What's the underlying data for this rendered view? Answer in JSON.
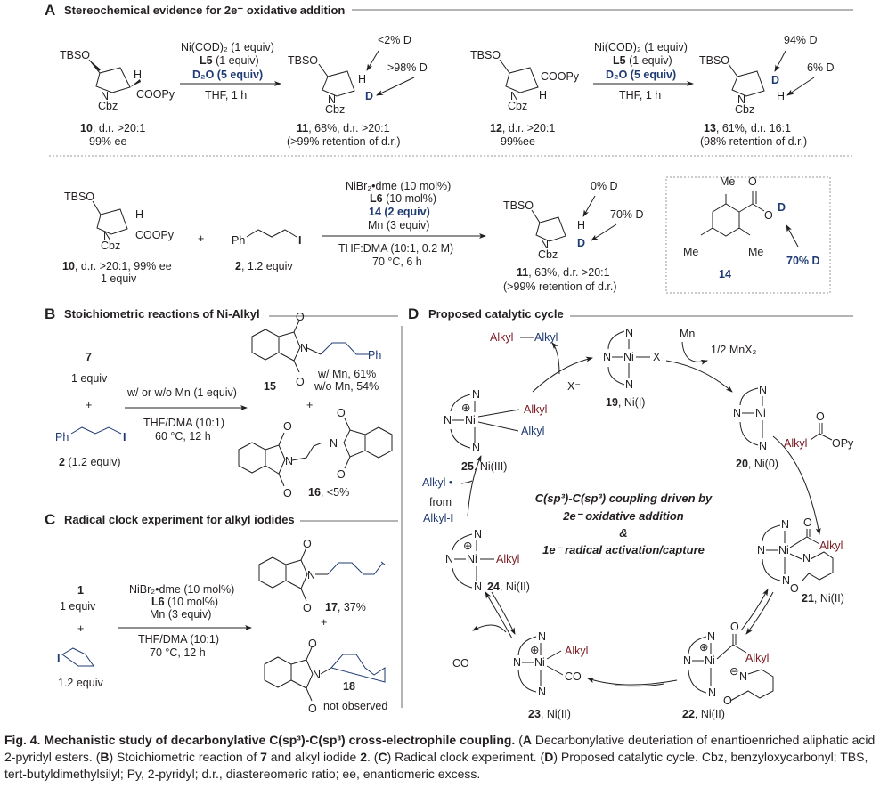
{
  "panelA": {
    "letter": "A",
    "title": "Stereochemical evidence for 2e⁻ oxidative addition",
    "rxn1": {
      "sm_tbso": "TBSO",
      "sm_h": "H",
      "sm_ester": "COOPy",
      "sm_n": "N",
      "sm_cbz": "Cbz",
      "sm_label_num": "10",
      "sm_label_rest": ", d.r. >20:1",
      "sm_label2": "99% ee",
      "cond1": "Ni(COD)₂ (1 equiv)",
      "cond2_bold": "L5",
      "cond2_rest": " (1 equiv)",
      "cond3": "D₂O (5 equiv)",
      "cond4": "THF, 1 h",
      "p_tbso": "TBSO",
      "p_h": "H",
      "p_d": "D",
      "p_n": "N",
      "p_cbz": "Cbz",
      "ann1": "<2% D",
      "ann2": ">98% D",
      "p_label_num": "11",
      "p_label_rest": ", 68%, d.r. >20:1",
      "p_label2": "(>99% retention of d.r.)"
    },
    "rxn2": {
      "sm_tbso": "TBSO",
      "sm_h": "H",
      "sm_ester": "COOPy",
      "sm_n": "N",
      "sm_cbz": "Cbz",
      "sm_label_num": "12",
      "sm_label_rest": ", d.r. >20:1",
      "sm_label2": "99%ee",
      "cond1": "Ni(COD)₂ (1 equiv)",
      "cond2_bold": "L5",
      "cond2_rest": " (1 equiv)",
      "cond3": "D₂O (5 equiv)",
      "cond4": "THF, 1 h",
      "p_tbso": "TBSO",
      "p_d": "D",
      "p_h": "H",
      "p_n": "N",
      "p_cbz": "Cbz",
      "ann1": "94% D",
      "ann2": "6% D",
      "p_label_num": "13",
      "p_label_rest": ", 61%, d.r. 16:1",
      "p_label2": "(98% retention of d.r.)"
    },
    "rxn3": {
      "sm_tbso": "TBSO",
      "sm_h": "H",
      "sm_ester": "COOPy",
      "sm_n": "N",
      "sm_cbz": "Cbz",
      "sm_label_num": "10",
      "sm_label_rest": ", d.r. >20:1, 99% ee",
      "sm_label2": "1 equiv",
      "plus": "+",
      "iodide_ph": "Ph",
      "iodide_i": "I",
      "iodide_label_num": "2",
      "iodide_label_rest": ", 1.2 equiv",
      "cond1": "NiBr₂•dme (10 mol%)",
      "cond2_bold": "L6",
      "cond2_rest": " (10 mol%)",
      "cond3": "14 (2 equiv)",
      "cond4": "Mn (3 equiv)",
      "cond5": "THF:DMA (10:1, 0.2 M)",
      "cond6": "70 °C, 6 h",
      "p_tbso": "TBSO",
      "p_h": "H",
      "p_d": "D",
      "p_n": "N",
      "p_cbz": "Cbz",
      "ann1": "0% D",
      "ann2": "70% D",
      "p_label_num": "11",
      "p_label_rest": ", 63%, d.r. >20:1",
      "p_label2": "(>99% retention of d.r.)",
      "box_me1": "Me",
      "box_me2": "Me",
      "box_me3": "Me",
      "box_o1": "O",
      "box_o2": "O",
      "box_d": "D",
      "box_ann": "70% D",
      "box_label": "14"
    }
  },
  "panelB": {
    "letter": "B",
    "title": "Stoichiometric reactions of Ni-Alkyl",
    "r1": "7",
    "r1_equiv": "1 equiv",
    "plus": "+",
    "r2_ph": "Ph",
    "r2_i": "I",
    "r2_label_num": "2",
    "r2_label_rest": " (1.2 equiv)",
    "cond1": "w/ or w/o Mn (1 equiv)",
    "cond2": "THF/DMA (10:1)",
    "cond3": "60 °C, 12 h",
    "p15_label": "15",
    "p15_ph": "Ph",
    "p15_n": "N",
    "p15_o1": "O",
    "p15_o2": "O",
    "p15_y1": "w/ Mn, 61%",
    "p15_y2": "w/o Mn, 54%",
    "plus2": "+",
    "p16_label_num": "16",
    "p16_label_rest": ", <5%",
    "p16_n": "N",
    "p16_o": "O"
  },
  "panelC": {
    "letter": "C",
    "title": "Radical clock experiment for alkyl iodides",
    "r1": "1",
    "r1_equiv": "1 equiv",
    "plus": "+",
    "r2_i": "I",
    "r2_equiv": "1.2 equiv",
    "cond1": "NiBr₂•dme (10 mol%)",
    "cond2_bold": "L6",
    "cond2_rest": " (10 mol%)",
    "cond3": "Mn (3 equiv)",
    "cond4": "THF/DMA (10:1)",
    "cond5": "70 °C, 12 h",
    "p17_label_num": "17",
    "p17_label_rest": ", 37%",
    "p17_n": "N",
    "p17_o": "O",
    "plus2": "+",
    "p18_label": "18",
    "p18_note": "not observed",
    "p18_n": "N",
    "p18_o": "O"
  },
  "panelD": {
    "letter": "D",
    "title": "Proposed catalytic cycle",
    "n": "N",
    "ni": "Ni",
    "x": "X",
    "plus_charge": "⊕",
    "minus_charge": "⊖",
    "alkyl": "Alkyl",
    "dimer_left": "Alkyl",
    "dimer_right": "Alkyl",
    "x_minus": "X⁻",
    "mn": "Mn",
    "mnx2": "1/2 MnX₂",
    "opy": "OPy",
    "o": "O",
    "co": "CO",
    "alkyl_radical": "Alkyl •",
    "from": "from",
    "alkyl_i_a": "Alkyl-",
    "alkyl_i_b": "I",
    "c19_num": "19",
    "c19_ox": ", Ni(I)",
    "c20_num": "20",
    "c20_ox": ", Ni(0)",
    "c21_num": "21",
    "c21_ox": ", Ni(II)",
    "c22_num": "22",
    "c22_ox": ", Ni(II)",
    "c23_num": "23",
    "c23_ox": ", Ni(II)",
    "c24_num": "24",
    "c24_ox": ", Ni(II)",
    "c25_num": "25",
    "c25_ox": ", Ni(III)",
    "center1": "C(sp³)-C(sp³) coupling driven by",
    "center2": "2e⁻ oxidative addition",
    "center3": "&",
    "center4": "1e⁻ radical activation/capture"
  },
  "caption": {
    "fig": "Fig. 4.",
    "title": " Mechanistic study of decarbonylative C(sp³)-C(sp³) cross-electrophile coupling.",
    "a_tag": "A",
    "a_text": " Decarbonylative deuteriation of enantioenriched aliphatic acid 2-pyridyl esters. (",
    "b_tag": "B",
    "b_text": ") Stoichiometric reaction of ",
    "b_c7": "7",
    "b_text2": " and alkyl iodide ",
    "b_c2": "2",
    "b_text3": ". (",
    "c_tag": "C",
    "c_text": ") Radical clock experiment. (",
    "d_tag": "D",
    "d_text": ") Proposed catalytic cycle. Cbz, benzyloxycarbonyl; TBS, tert-butyldimethylsilyl; Py, 2-pyridyl; d.r., diastereomeric ratio; ee, enantiomeric excess."
  },
  "colors": {
    "blue": "#1f3b73",
    "red": "#7a1c24",
    "text": "#231f20",
    "rule": "#9b9b9b"
  }
}
